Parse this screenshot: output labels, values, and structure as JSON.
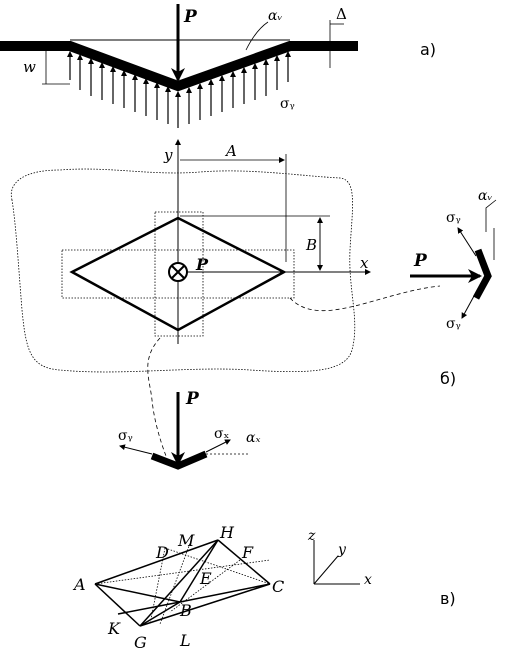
{
  "panel_a": {
    "tag": "а)",
    "force": "P",
    "angle": "αᵥ",
    "delta": "Δ",
    "deflection": "w",
    "stress": "σᵧ"
  },
  "panel_b": {
    "tag": "б)",
    "axis_x": "x",
    "axis_y": "y",
    "dim_a": "A",
    "dim_b": "B",
    "center_force": "P",
    "right_detail": {
      "force": "P",
      "angle": "αᵥ",
      "stress_top": "σᵧ",
      "stress_bottom": "σᵧ"
    },
    "bottom_detail": {
      "force": "P",
      "stress_left": "σᵧ",
      "stress_right": "σₓ",
      "angle": "αₓ"
    }
  },
  "panel_c": {
    "tag": "в)",
    "points": [
      "A",
      "B",
      "C",
      "D",
      "E",
      "F",
      "G",
      "H",
      "K",
      "L",
      "M"
    ],
    "axis_x": "x",
    "axis_y": "y",
    "axis_z": "z"
  }
}
